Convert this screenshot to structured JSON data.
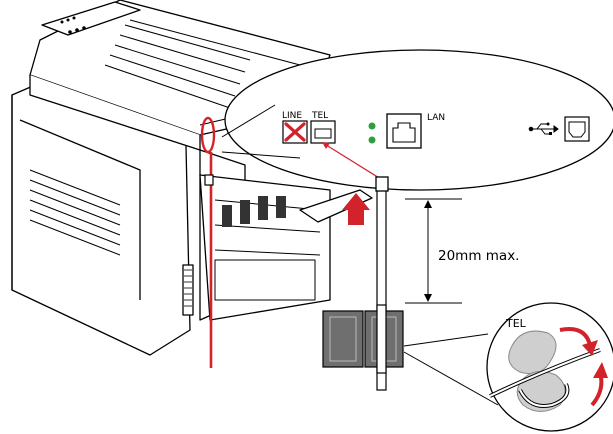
{
  "ports": {
    "line_label": "LINE",
    "tel_label": "TEL",
    "lan_label": "LAN"
  },
  "dimension": {
    "label": "20mm max."
  },
  "detail": {
    "tel_label": "TEL"
  },
  "colors": {
    "accent_red": "#d2232a",
    "cable_gray": "#6f6f6f",
    "status_green": "#2e9f3e",
    "outline": "#000000"
  },
  "icons": {
    "usb": "usb-icon",
    "ethernet": "ethernet-port-icon",
    "phone_jack": "phone-jack-icon"
  }
}
